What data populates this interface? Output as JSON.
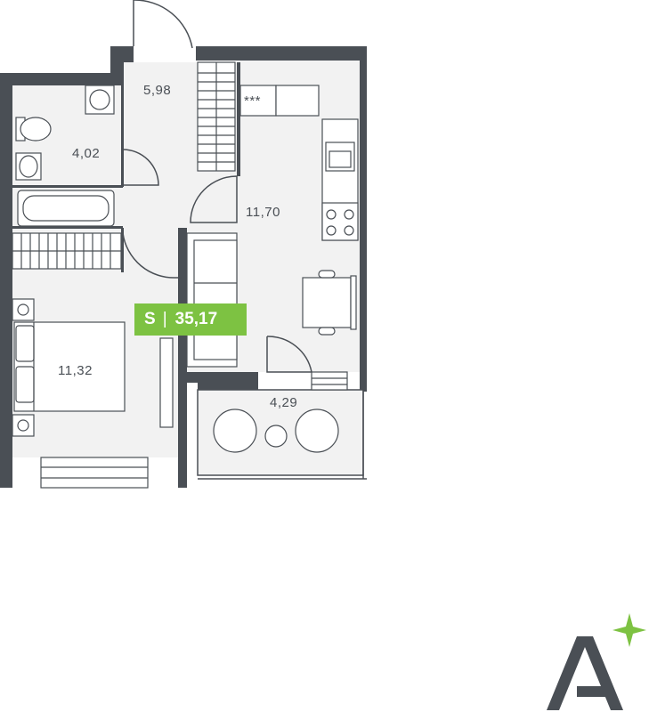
{
  "rooms": {
    "hall": "5,98",
    "bathroom": "4,02",
    "kitchen_living": "11,70",
    "bedroom": "11,32",
    "balcony": "4,29"
  },
  "kitchen_cabinet_marker": "***",
  "total_area": {
    "prefix": "S",
    "separator": "|",
    "value": "35,17"
  },
  "colors": {
    "walls": "#4a4f55",
    "floor": "#f2f2f2",
    "accent": "#7dc242",
    "lines": "#4a4f55"
  },
  "icons": {
    "logo": "brand-logo-a-with-star"
  }
}
